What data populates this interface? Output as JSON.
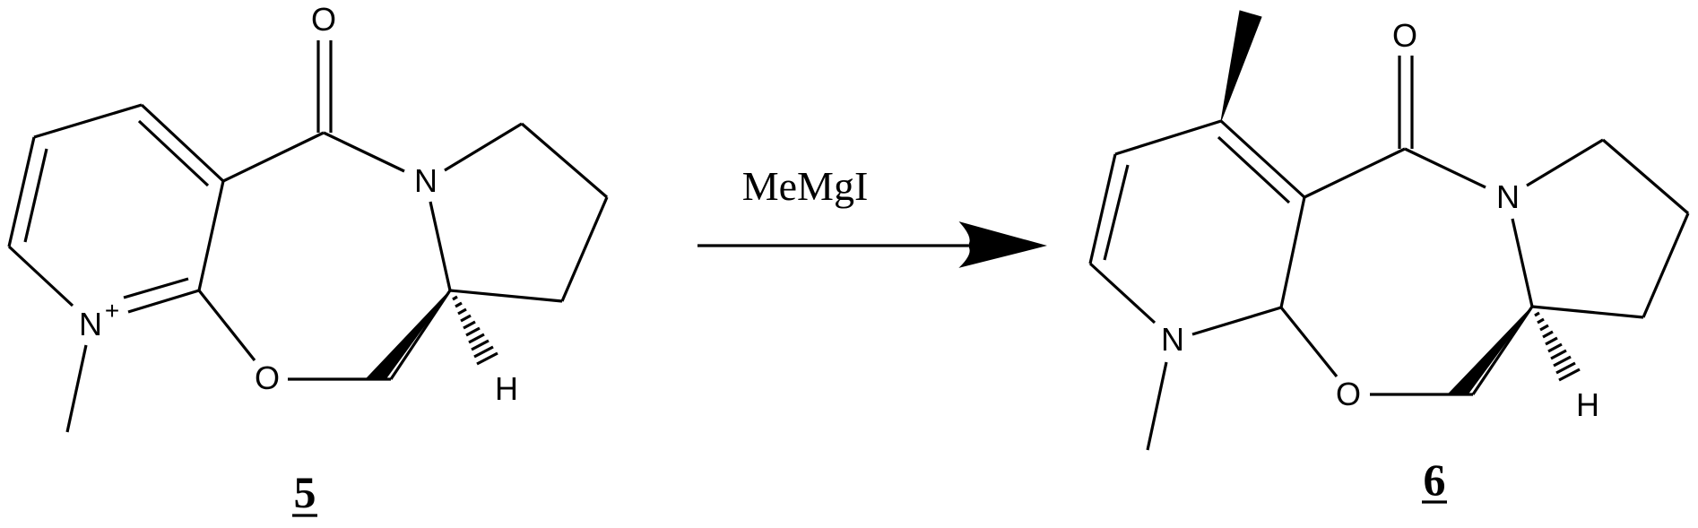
{
  "reaction": {
    "reagent": "MeMgI"
  },
  "reactant": {
    "label": "5",
    "atoms": {
      "carbonyl_o": "O",
      "amide_n": "N",
      "pyridinium_n": "N",
      "charge": "+",
      "ring_o": "O",
      "stereo_h": "H"
    }
  },
  "product": {
    "label": "6",
    "atoms": {
      "carbonyl_o": "O",
      "amide_n": "N",
      "ring_n": "N",
      "ring_o": "O",
      "stereo_h": "H"
    }
  }
}
